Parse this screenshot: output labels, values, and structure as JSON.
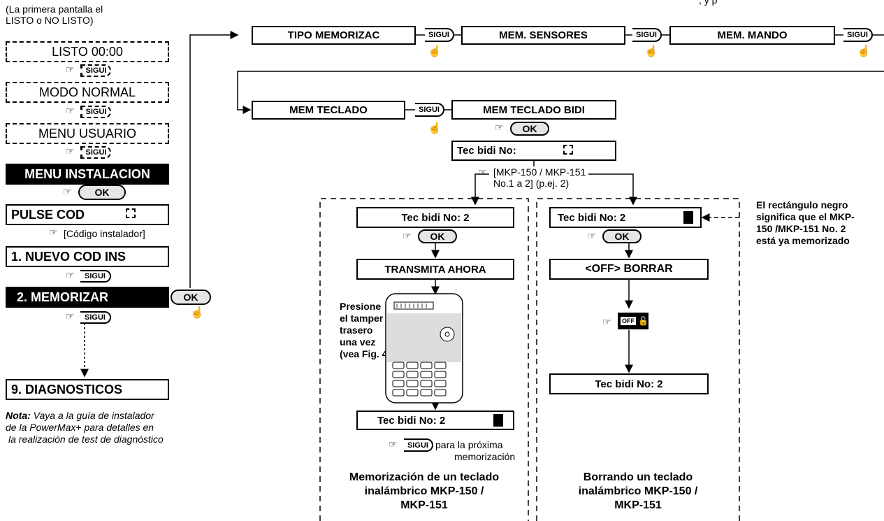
{
  "left_column": {
    "intro_line1": "(La primera pantalla el",
    "intro_line2": "LISTO o NO LISTO)",
    "listo": "LISTO 00:00",
    "modo_normal": "MODO NORMAL",
    "menu_usuario": "MENU USUARIO",
    "menu_instalacion": "MENU INSTALACION",
    "pulse_cod": "PULSE COD",
    "codigo_instalador": "[Código instalador]",
    "nuevo_cod": "1. NUEVO COD INS",
    "memorizar": "2. MEMORIZAR",
    "diagnosticos": "9. DIAGNOSTICOS",
    "note_label": "Nota:",
    "note_line1": " Vaya a la guía de instalador",
    "note_line2": "de la PowerMax+ para detalles en",
    "note_line3": "la realización de test de diagnóstico"
  },
  "keys": {
    "next": "SIGUI",
    "ok": "OK",
    "off": "OFF"
  },
  "top_row": {
    "tipo": "TIPO MEMORIZAC",
    "sensores": "MEM. SENSORES",
    "mando": "MEM. MANDO"
  },
  "second_row": {
    "teclado": "MEM TECLADO",
    "teclado_bidi": "MEM TECLADO BIDI",
    "tec_bidi_empty": "Tec bidi No:"
  },
  "branch_label_line1": "[MKP-150 / MKP-151",
  "branch_label_line2": "No.1 a 2] (p.ej. 2)",
  "left_branch": {
    "tec_bidi": "Tec bidi No:  2",
    "transmita": "TRANSMITA AHORA",
    "press_line1": "Presione",
    "press_line2": "el tamper",
    "press_line3": "trasero",
    "press_line4": "una vez",
    "press_line5": "(vea Fig. 4)",
    "tec_bidi_done": "Tec bidi No:  2",
    "next_line1": "para la próxima",
    "next_line2": "memorización",
    "caption_line1": "Memorización de un teclado",
    "caption_line2": "inalámbrico MKP-150 /",
    "caption_line3": "MKP-151"
  },
  "right_branch": {
    "tec_bidi": "Tec bidi No:  2",
    "borrar": "<OFF> BORRAR",
    "tec_bidi_final": "Tec bidi No:  2",
    "caption_line1": "Borrando un teclado",
    "caption_line2": "inalámbrico MKP-150 /",
    "caption_line3": "MKP-151"
  },
  "side_note": {
    "line1": "El rectángulo negro",
    "line2": "significa que el MKP-",
    "line3": "150 /MKP-151 No. 2",
    "line4": "está ya memorizado"
  },
  "top_cut_text": ", y p"
}
